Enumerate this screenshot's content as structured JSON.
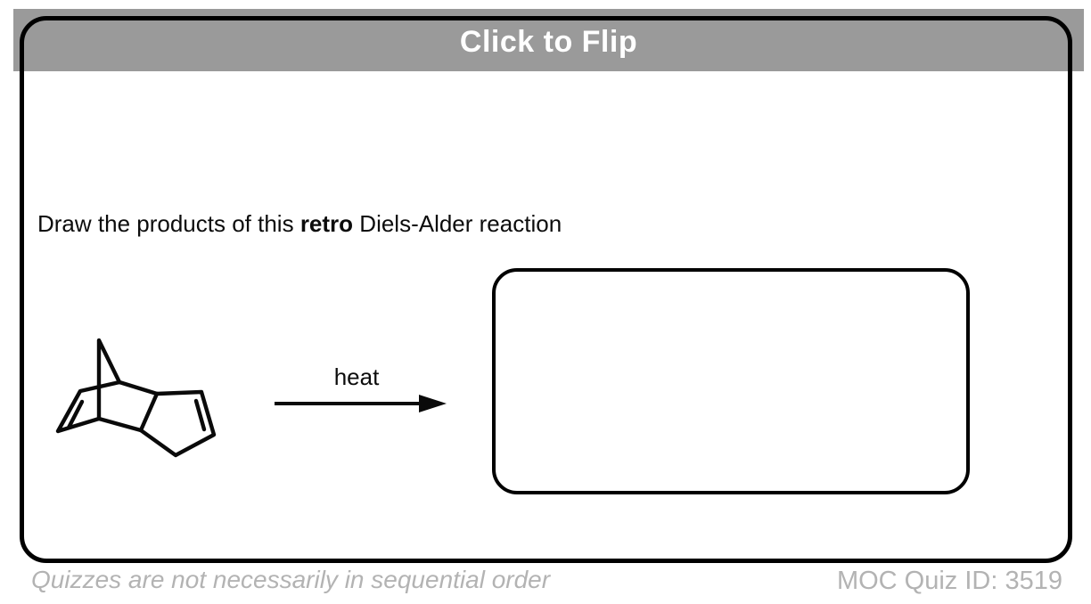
{
  "header": {
    "flip_label": "Click to Flip",
    "bar_color": "#9a9a9a",
    "text_color": "#ffffff"
  },
  "question": {
    "prefix": "Draw the products of this ",
    "emphasis": "retro",
    "suffix": " Diels-Alder reaction"
  },
  "reaction": {
    "reactant_molecule": "dicyclopentadiene",
    "condition_label": "heat",
    "arrow_direction": "right"
  },
  "answer_box": {
    "content": ""
  },
  "footer": {
    "left_note": "Quizzes are not necessarily in sequential order",
    "quiz_id_label": "MOC Quiz ID: 3519",
    "text_color": "#b3b3b3"
  },
  "colors": {
    "card_border": "#000000",
    "structure_lines": "#0a0a0a",
    "background": "#ffffff"
  }
}
